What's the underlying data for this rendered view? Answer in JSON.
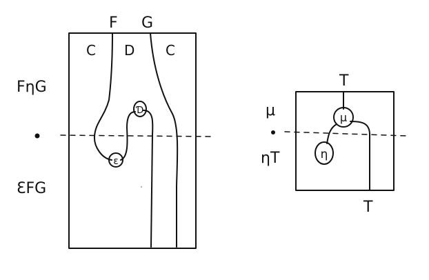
{
  "left_diagram": {
    "top_labels": {
      "f": "F",
      "g": "G"
    },
    "region_labels": {
      "left": "C",
      "middle": "D",
      "right": "C"
    },
    "side_labels": {
      "upper": "FηG",
      "lower": "ƐFG"
    },
    "nodes": {
      "delta": "Ɗ",
      "epsilon": "ε"
    }
  },
  "right_diagram": {
    "top_label": "T",
    "bottom_label": "T",
    "side_labels": {
      "upper": "μ",
      "lower": "ηT"
    },
    "nodes": {
      "mu": "μ",
      "eta": "η"
    }
  }
}
